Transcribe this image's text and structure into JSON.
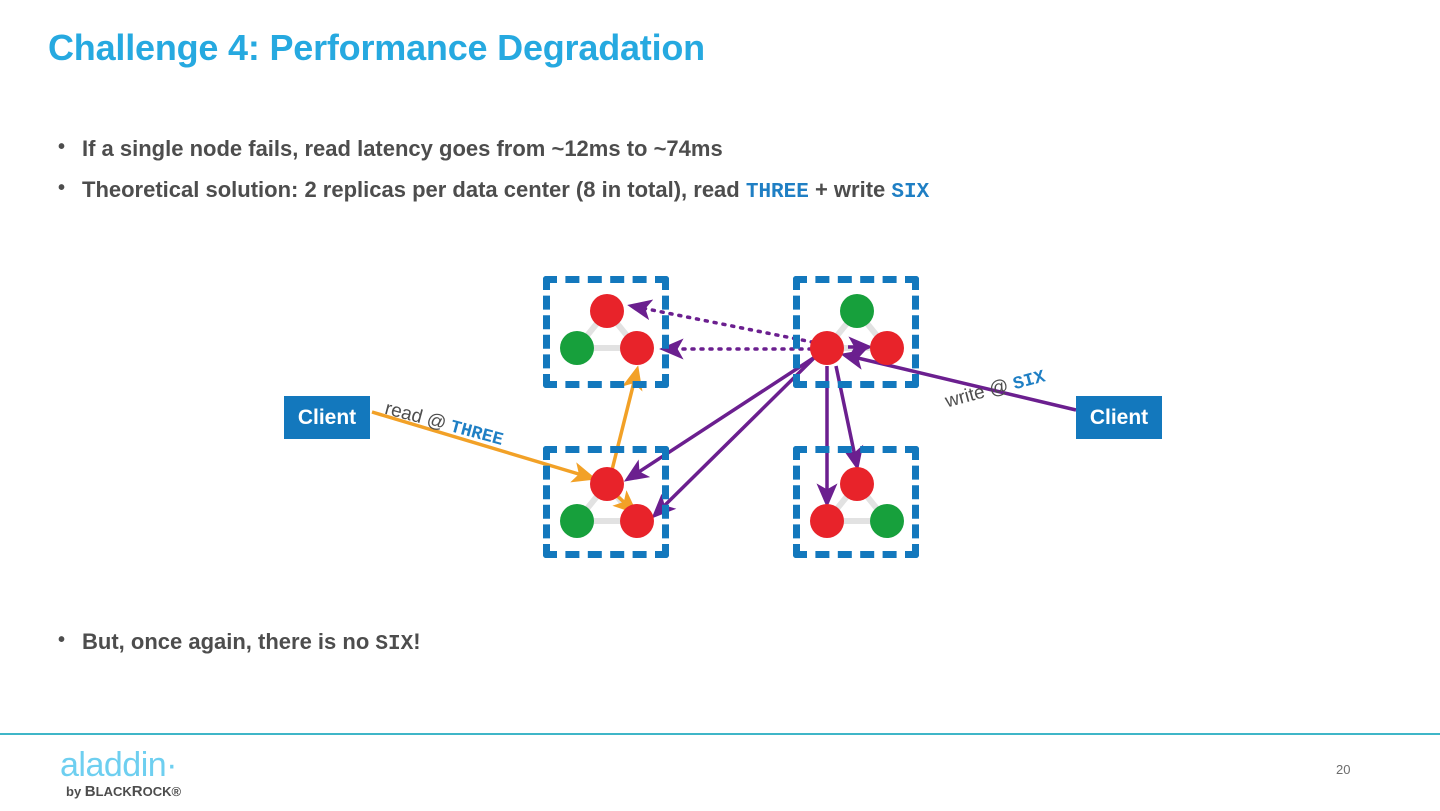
{
  "slide": {
    "title": "Challenge 4: Performance Degradation",
    "page_number": "20",
    "title_color": "#26a9e0",
    "body_color": "#4d4d4d",
    "accent_blue": "#1378bd",
    "node_red": "#e8232a",
    "node_green": "#17a03c",
    "arrow_purple": "#6b1f8f",
    "arrow_orange": "#f2a127",
    "rule_color": "#3fb6c8"
  },
  "bullets_top": [
    {
      "dot": "•",
      "parts": [
        {
          "text": "If a single node fails, read latency goes from ~12ms to ~74ms",
          "style": "plain"
        }
      ]
    },
    {
      "dot": "•",
      "parts": [
        {
          "text": "Theoretical solution: 2 replicas per data center (8 in total), read ",
          "style": "plain"
        },
        {
          "text": "THREE",
          "style": "mono-blue"
        },
        {
          "text": " + write ",
          "style": "plain"
        },
        {
          "text": "SIX",
          "style": "mono-blue"
        }
      ]
    }
  ],
  "bullets_bottom": [
    {
      "dot": "•",
      "parts": [
        {
          "text": "But, once again, there is no ",
          "style": "plain"
        },
        {
          "text": "SIX",
          "style": "mono-gray"
        },
        {
          "text": "!",
          "style": "plain"
        }
      ]
    }
  ],
  "diagram": {
    "clients": [
      {
        "id": "client-left",
        "label": "Client"
      },
      {
        "id": "client-right",
        "label": "Client"
      }
    ],
    "edge_labels": [
      {
        "id": "label-read",
        "prefix": "read @ ",
        "consistency": "THREE"
      },
      {
        "id": "label-write",
        "prefix": "write @ ",
        "consistency": "SIX"
      }
    ],
    "data_centers": [
      {
        "id": "dc-nw",
        "name": "data-center-northwest",
        "nodes": [
          {
            "pos": "top",
            "color": "red"
          },
          {
            "pos": "bottom-left",
            "color": "green"
          },
          {
            "pos": "bottom-right",
            "color": "red"
          }
        ]
      },
      {
        "id": "dc-ne",
        "name": "data-center-northeast",
        "nodes": [
          {
            "pos": "top",
            "color": "green"
          },
          {
            "pos": "bottom-left",
            "color": "red"
          },
          {
            "pos": "bottom-right",
            "color": "red"
          }
        ]
      },
      {
        "id": "dc-sw",
        "name": "data-center-southwest",
        "nodes": [
          {
            "pos": "top",
            "color": "red"
          },
          {
            "pos": "bottom-left",
            "color": "green"
          },
          {
            "pos": "bottom-right",
            "color": "red"
          }
        ]
      },
      {
        "id": "dc-se",
        "name": "data-center-southeast",
        "nodes": [
          {
            "pos": "top",
            "color": "red"
          },
          {
            "pos": "bottom-left",
            "color": "red"
          },
          {
            "pos": "bottom-right",
            "color": "green"
          }
        ]
      }
    ]
  },
  "footer": {
    "logo_main": "aladdin·",
    "logo_sub_prefix": "by ",
    "logo_sub_brand_b": "B",
    "logo_sub_brand_lack": "LACK",
    "logo_sub_brand_r": "R",
    "logo_sub_brand_ock": "OCK",
    "logo_sub_mark": "®"
  }
}
